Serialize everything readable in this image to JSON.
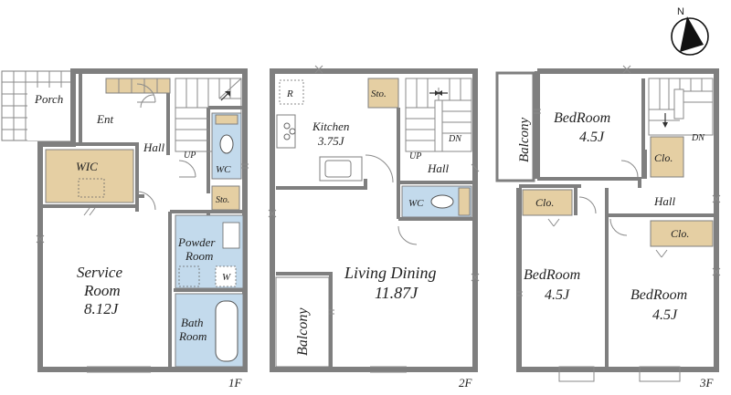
{
  "compass": {
    "north_label": "N"
  },
  "floors": {
    "f1": {
      "floor_label": "1F",
      "rooms": {
        "porch": "Porch",
        "ent": "Ent",
        "hall": "Hall",
        "up": "UP",
        "wic": "WIC",
        "wc": "WC",
        "sto": "Sto.",
        "service_room_line1": "Service",
        "service_room_line2": "Room",
        "service_room_size": "8.12J",
        "powder_line1": "Powder",
        "powder_line2": "Room",
        "washer": "W",
        "bath_line1": "Bath",
        "bath_line2": "Room"
      }
    },
    "f2": {
      "floor_label": "2F",
      "rooms": {
        "refrigerator": "R",
        "sto": "Sto.",
        "kitchen": "Kitchen",
        "kitchen_size": "3.75J",
        "up": "UP",
        "dn": "DN",
        "hall": "Hall",
        "wc": "WC",
        "living_dining": "Living Dining",
        "living_size": "11.87J",
        "balcony": "Balcony"
      }
    },
    "f3": {
      "floor_label": "3F",
      "rooms": {
        "balcony": "Balcony",
        "bedroom_top": "BedRoom",
        "bedroom_top_size": "4.5J",
        "clo_top": "Clo.",
        "dn": "DN",
        "clo_left": "Clo.",
        "hall": "Hall",
        "clo_right": "Clo.",
        "bedroom_left": "BedRoom",
        "bedroom_left_size": "4.5J",
        "bedroom_right": "BedRoom",
        "bedroom_right_size": "4.5J"
      }
    }
  },
  "colors": {
    "wall": "#7f7f7f",
    "storage": "#e5cfa3",
    "wet_area": "#c3daec",
    "tile": "#ffffff"
  }
}
